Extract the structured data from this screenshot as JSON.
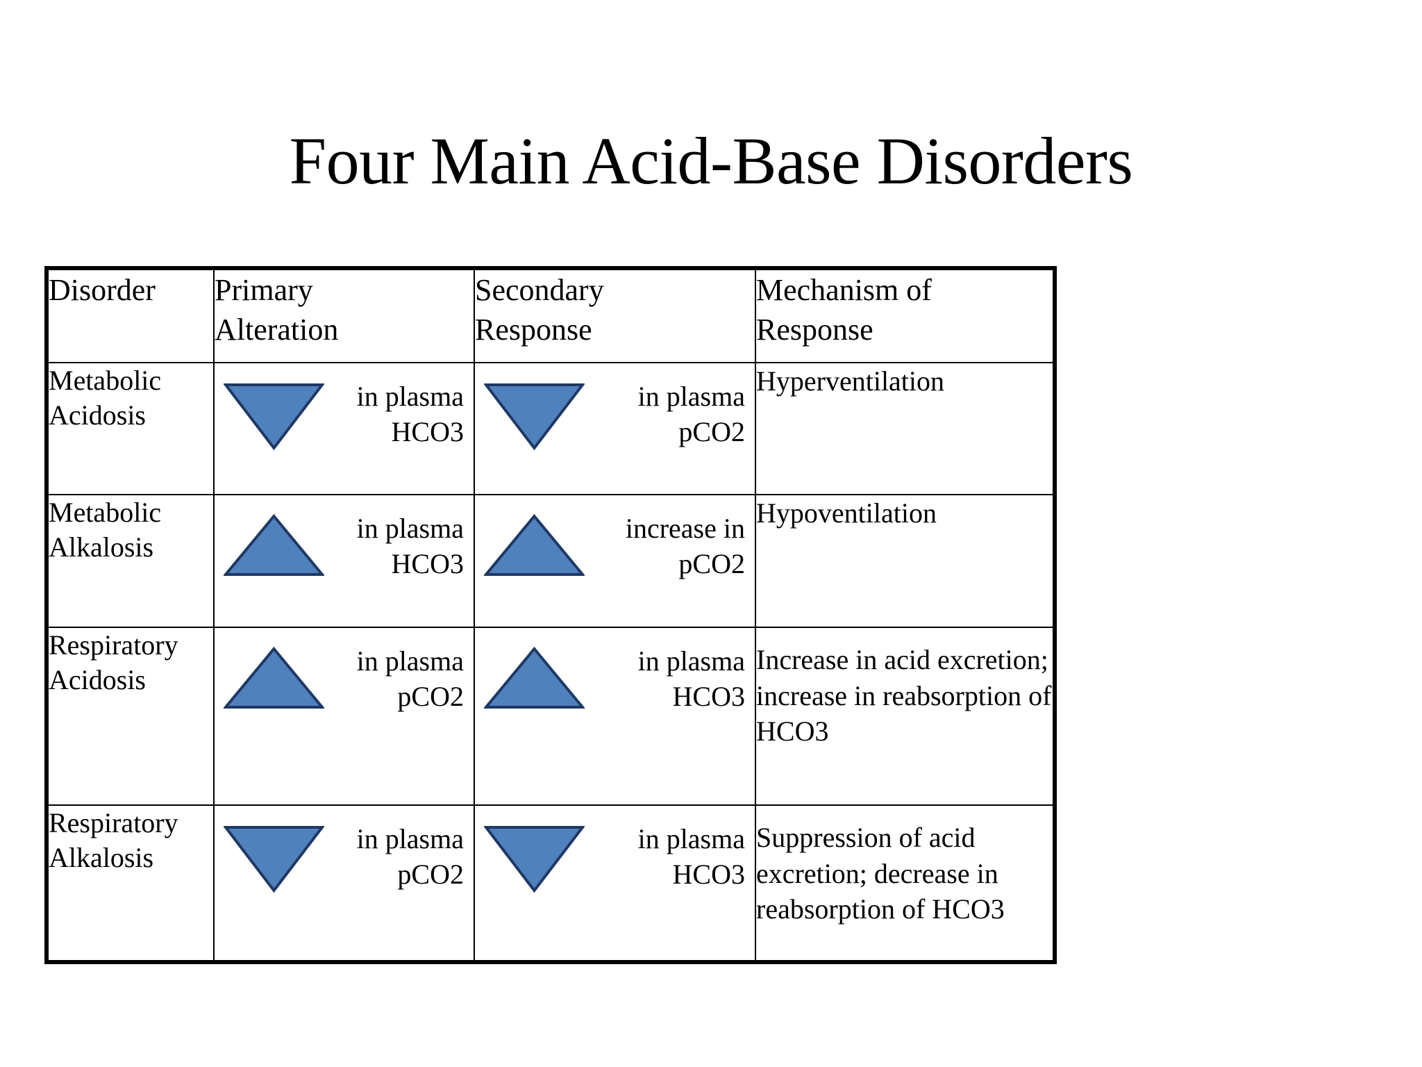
{
  "slide": {
    "title": "Four Main Acid-Base Disorders",
    "background_color": "#FFFFFF",
    "text_color": "#000000"
  },
  "palette": {
    "triangle_fill": "#4F81BD",
    "triangle_stroke": "#1F3864",
    "table_border": "#000000"
  },
  "table": {
    "headers": [
      "Disorder",
      "Primary\nAlteration",
      "Secondary\nResponse",
      "Mechanism of\nResponse"
    ],
    "rows": [
      {
        "disorder": "Metabolic\nAcidosis",
        "primary": {
          "direction": "down",
          "icon": "down-triangle-icon",
          "text": "in plasma\nHCO3"
        },
        "secondary": {
          "direction": "down",
          "icon": "down-triangle-icon",
          "text": "in plasma\npCO2"
        },
        "mechanism": "Hyperventilation"
      },
      {
        "disorder": "Metabolic\nAlkalosis",
        "primary": {
          "direction": "up",
          "icon": "up-triangle-icon",
          "text": "in plasma\nHCO3"
        },
        "secondary": {
          "direction": "up",
          "icon": "up-triangle-icon",
          "text": "increase in\npCO2"
        },
        "mechanism": "Hypoventilation"
      },
      {
        "disorder": "Respiratory\nAcidosis",
        "primary": {
          "direction": "up",
          "icon": "up-triangle-icon",
          "text": "in plasma\npCO2"
        },
        "secondary": {
          "direction": "up",
          "icon": "up-triangle-icon",
          "text": "in plasma\nHCO3"
        },
        "mechanism": "Increase in acid excretion; increase in reabsorption of HCO3"
      },
      {
        "disorder": "Respiratory\nAlkalosis",
        "primary": {
          "direction": "down",
          "icon": "down-triangle-icon",
          "text": "in plasma\npCO2"
        },
        "secondary": {
          "direction": "down",
          "icon": "down-triangle-icon",
          "text": "in plasma\nHCO3"
        },
        "mechanism": "Suppression of acid excretion; decrease in reabsorption of HCO3"
      }
    ]
  }
}
